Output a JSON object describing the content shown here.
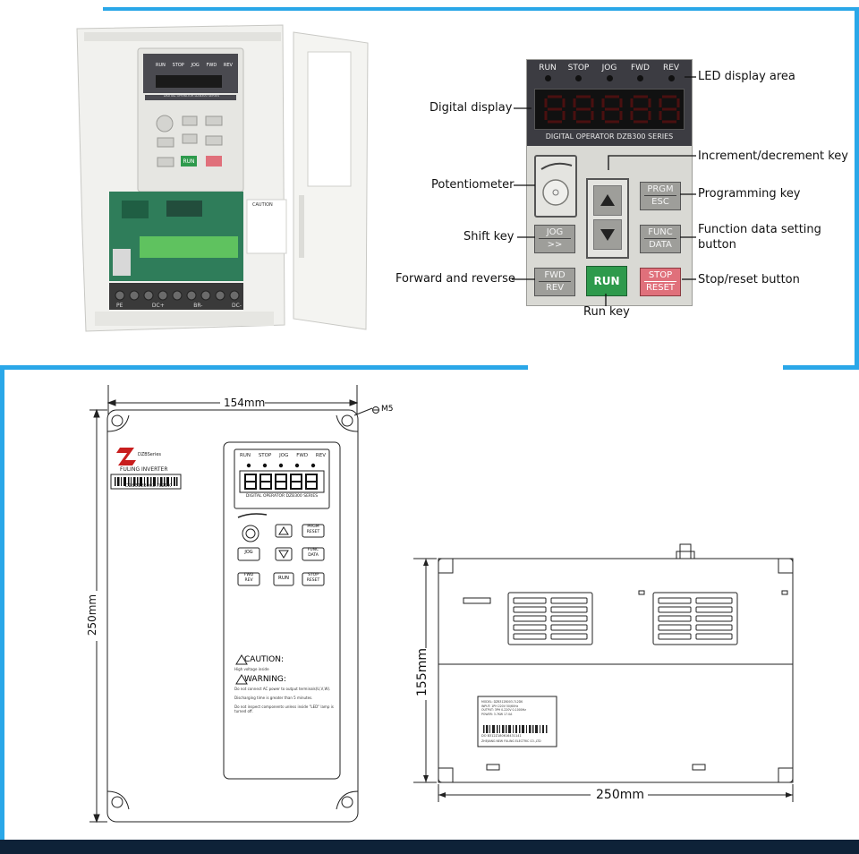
{
  "panel": {
    "leds": [
      "RUN",
      "STOP",
      "JOG",
      "FWD",
      "REV"
    ],
    "display_caption": "DIGITAL OPERATOR DZB300 SERIES",
    "keys": {
      "prgm_top": "PRGM",
      "prgm_bottom": "ESC",
      "jog_top": "JOG",
      "jog_bottom": ">>",
      "func_top": "FUNC",
      "func_bottom": "DATA",
      "fwd_top": "FWD",
      "fwd_bottom": "REV",
      "run": "RUN",
      "stop_top": "STOP",
      "stop_bottom": "RESET"
    },
    "callouts": {
      "led_display_area": "LED display area",
      "digital_display": "Digital display",
      "increment_decrement_key": "Increment/decrement key",
      "potentiometer": "Potentiometer",
      "programming_key": "Programming key",
      "shift_key": "Shift key",
      "function_data_line1": "Function data setting",
      "function_data_line2": "button",
      "forward_reverse": "Forward and reverse",
      "stop_reset_button": "Stop/reset button",
      "run_key": "Run key"
    }
  },
  "photo": {
    "leds": [
      "RUN",
      "STOP",
      "JOG",
      "FWD",
      "REV"
    ],
    "caption": "DIGITAL OPERATOR DZB300 SERIES",
    "run": "RUN",
    "terminals": [
      "PE",
      "DC+",
      "BR-",
      "DC-"
    ],
    "caution": "CAUTION"
  },
  "front_drawing": {
    "width_dim": "154mm",
    "height_dim": "250mm",
    "hole": "M5",
    "brand": "FULING INVERTER",
    "series": "DZBSeries",
    "barcode_text": "DZB312B003.7L2DK",
    "leds": [
      "RUN",
      "STOP",
      "JOG",
      "FWD",
      "REV"
    ],
    "caption": "DIGITAL OPERATOR DZB300 SERIES",
    "keys": {
      "prgm_top": "PRGM",
      "prgm_bottom": "RESET",
      "jog": "JOG",
      "func_top": "FUNC",
      "func_bottom": "DATA",
      "fwd_top": "FWD",
      "fwd_bottom": "REV",
      "run": "RUN",
      "stop_top": "STOP",
      "stop_bottom": "RESET"
    },
    "caution": "CAUTION:",
    "caution_note": "High voltage inside",
    "warning": "WARNING:",
    "warning_notes": [
      "Do not connect AC power to output terminals(U,V,W).",
      "Discharging time is greater than 5 minutes.",
      "Do not inspect components unless inside \"LED\" lamp is turned off."
    ]
  },
  "side_drawing": {
    "height_dim": "155mm",
    "width_dim": "250mm",
    "label_rows": [
      "MODEL: DZB312B003.7L2DK",
      "INPUT: 1PH 220V 50/60Hz",
      "OUTPUT: 3PH 0-220V 0-1000Hz",
      "POWER: 3.7KW 17.0A"
    ],
    "label_serial": "DO B312Z180616431141",
    "label_company": "ZHEJIANG NEW FULING ELECTRIC CO.,LTD"
  },
  "colors": {
    "accent_blue": "#2aa7e8",
    "panel_dark": "#3c3c42",
    "panel_light": "#d9d9d4",
    "run_green": "#2e9a4c",
    "stop_pink": "#e0707b",
    "display_black": "#111111",
    "led_red": "#e03030"
  }
}
